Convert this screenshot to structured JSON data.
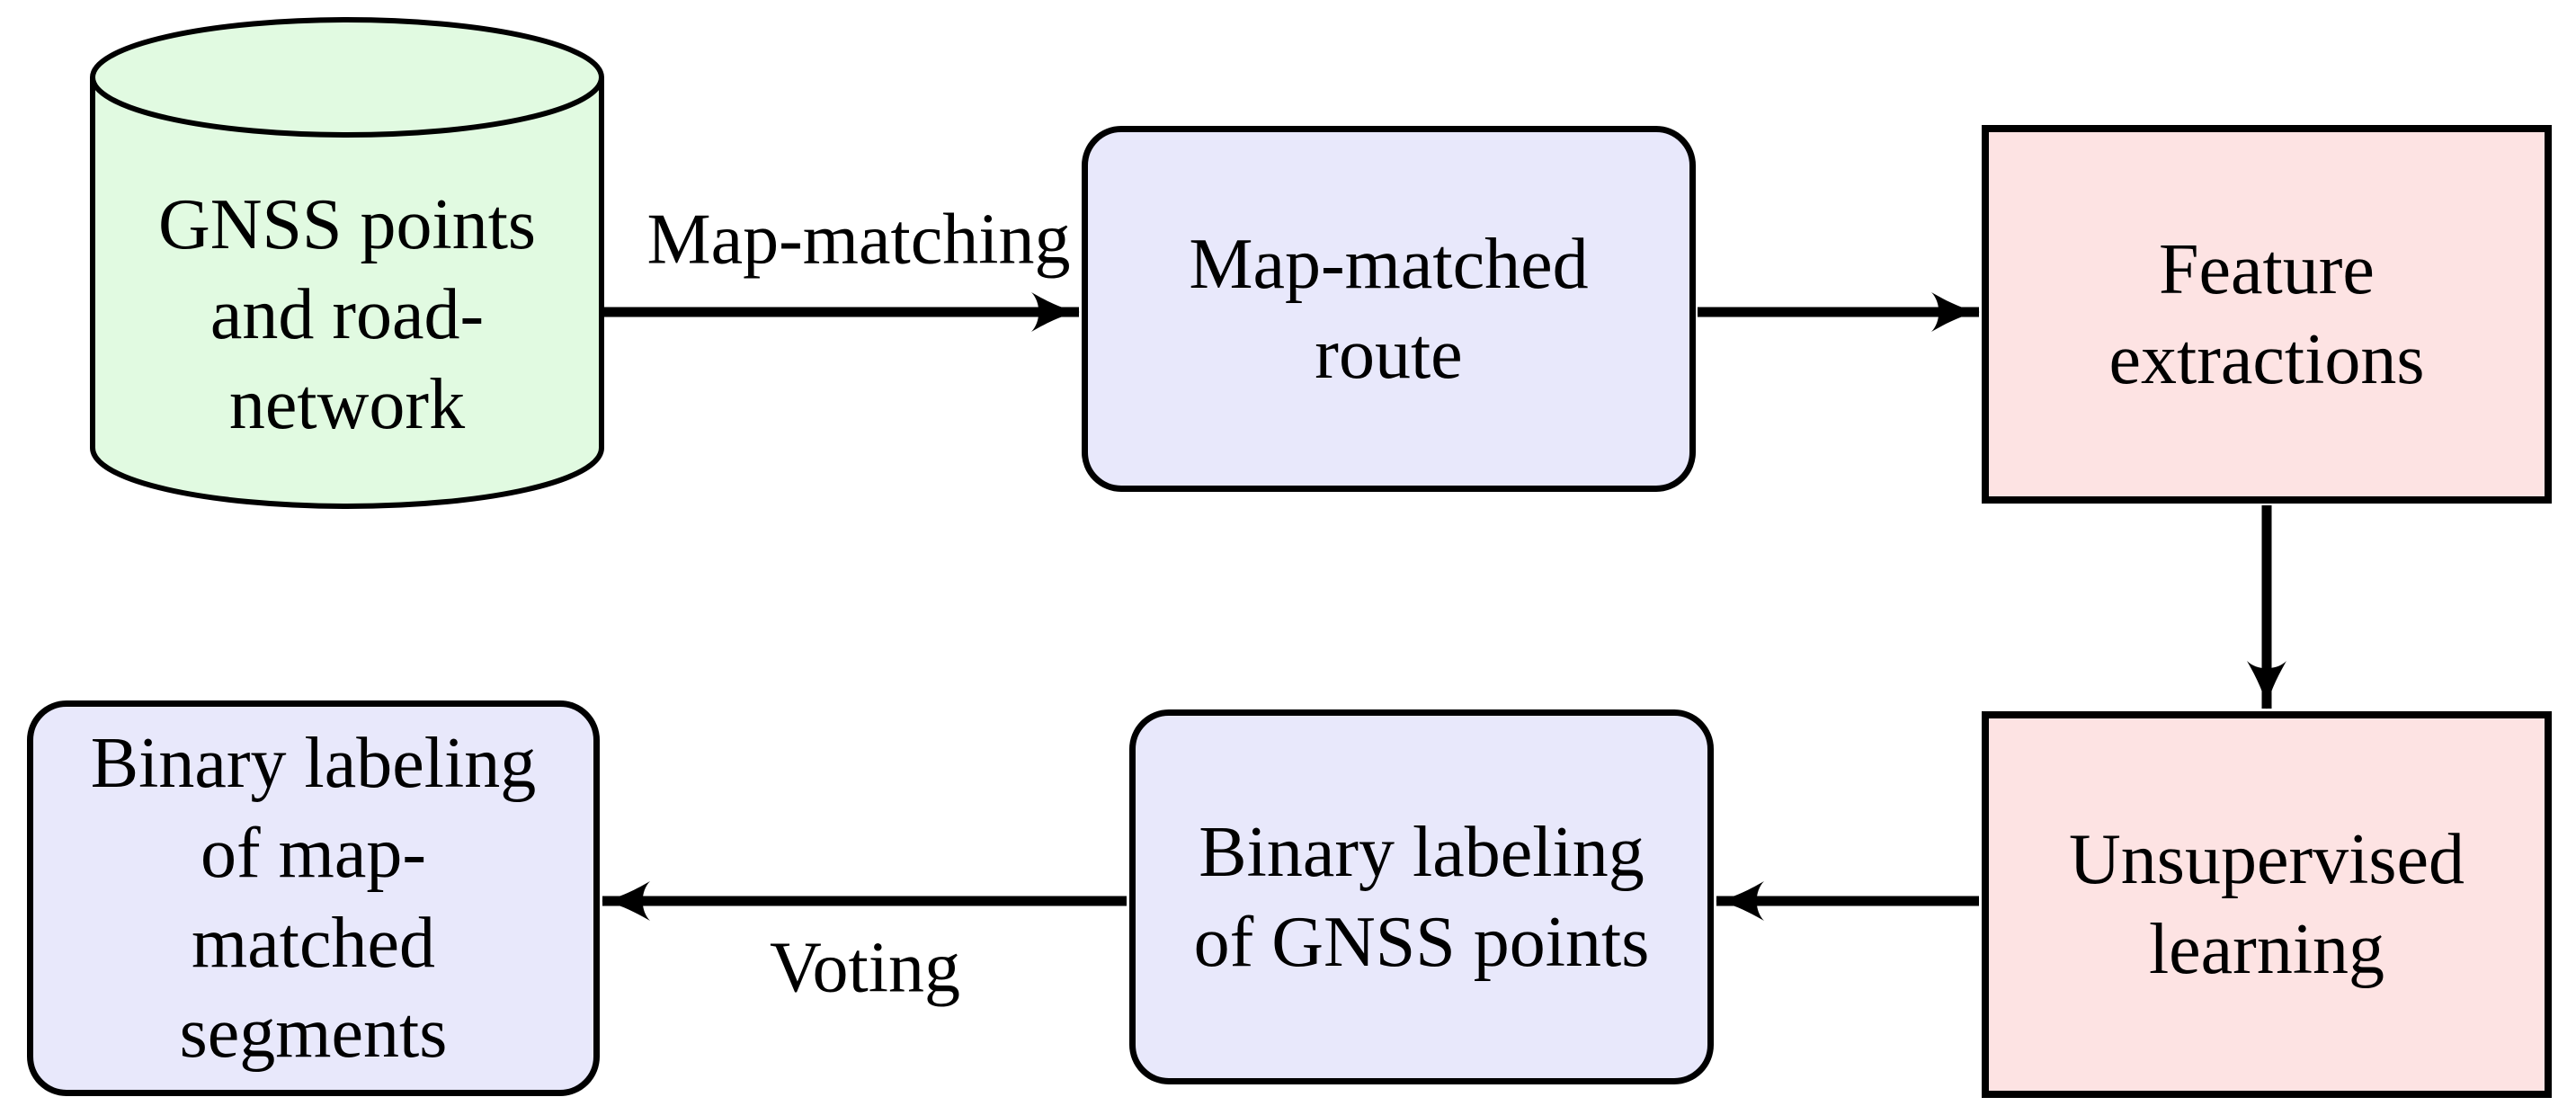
{
  "diagram": {
    "type": "flowchart",
    "nodes": [
      {
        "id": "gnss-database",
        "shape": "cylinder",
        "label": "GNSS points\nand road-\nnetwork",
        "fill": "#e1fae1"
      },
      {
        "id": "map-matched-route",
        "shape": "rounded-rect",
        "label": "Map-matched\nroute",
        "fill": "#e8e8fb"
      },
      {
        "id": "feature-extractions",
        "shape": "rect",
        "label": "Feature\nextractions",
        "fill": "#fde3e3"
      },
      {
        "id": "unsupervised-learning",
        "shape": "rect",
        "label": "Unsupervised\nlearning",
        "fill": "#fde3e3"
      },
      {
        "id": "binary-labeling-gnss-points",
        "shape": "rounded-rect",
        "label": "Binary labeling\nof GNSS points",
        "fill": "#e8e8fb"
      },
      {
        "id": "binary-labeling-segments",
        "shape": "rounded-rect",
        "label": "Binary labeling\nof map-\nmatched\nsegments",
        "fill": "#e8e8fb"
      }
    ],
    "edges": [
      {
        "from": "gnss-database",
        "to": "map-matched-route",
        "label": "Map-matching",
        "direction": "right"
      },
      {
        "from": "map-matched-route",
        "to": "feature-extractions",
        "direction": "right"
      },
      {
        "from": "feature-extractions",
        "to": "unsupervised-learning",
        "direction": "down"
      },
      {
        "from": "unsupervised-learning",
        "to": "binary-labeling-gnss-points",
        "direction": "left"
      },
      {
        "from": "binary-labeling-gnss-points",
        "to": "binary-labeling-segments",
        "label": "Voting",
        "direction": "left"
      }
    ],
    "colors": {
      "database_fill": "#e1fae1",
      "data_fill": "#e8e8fb",
      "process_fill": "#fde3e3",
      "stroke": "#000000",
      "text": "#000000"
    }
  }
}
